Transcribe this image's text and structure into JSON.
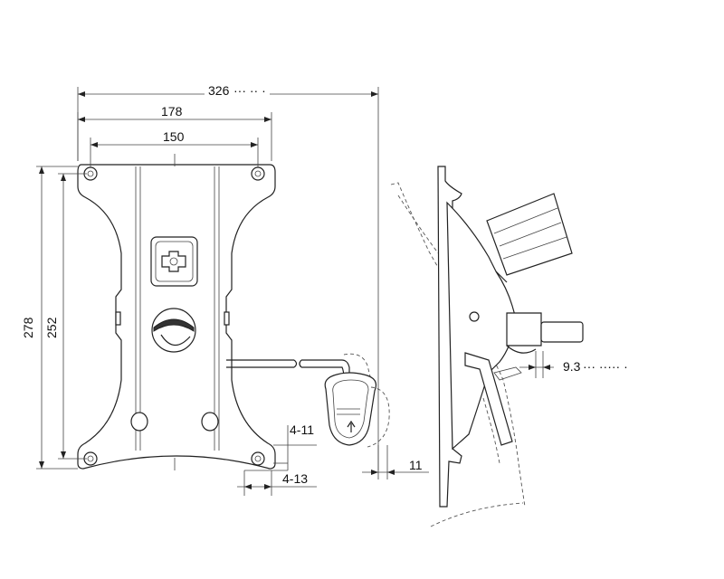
{
  "dimensions": {
    "overall_width": "326",
    "plate_width": "178",
    "hole_span_width": "150",
    "overall_height": "278",
    "hole_span_height": "252",
    "hole_size_a": "4-11",
    "hole_size_b": "4-13",
    "side_offset": "11",
    "shaft_offset": "9.3"
  },
  "colors": {
    "line": "#222222",
    "background": "#ffffff"
  }
}
